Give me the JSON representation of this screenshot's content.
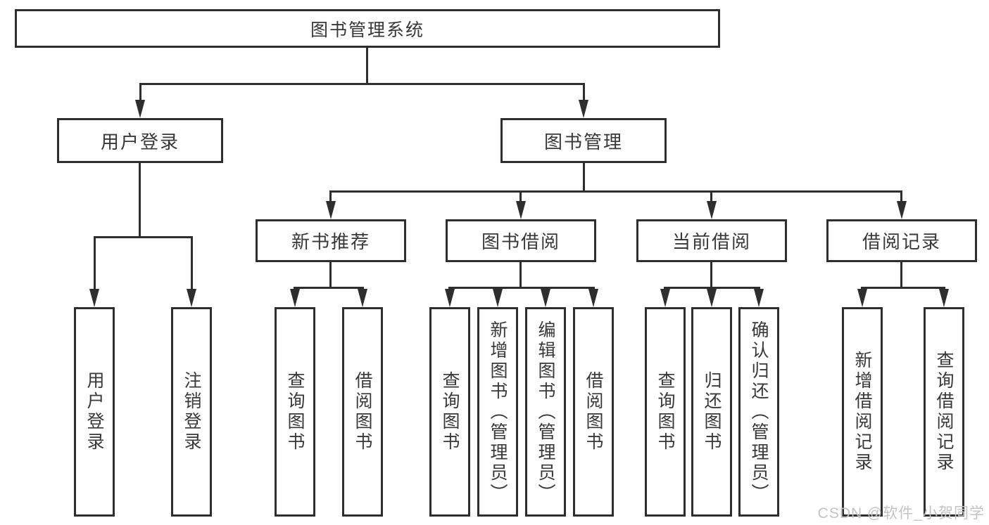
{
  "diagram": {
    "root": {
      "label": "图书管理系统"
    },
    "branches": [
      {
        "label": "用户登录",
        "children": [
          {
            "label": "用户登录"
          },
          {
            "label": "注销登录"
          }
        ]
      },
      {
        "label": "图书管理",
        "children": [
          {
            "label": "新书推荐",
            "children": [
              {
                "label": "查询图书"
              },
              {
                "label": "借阅图书"
              }
            ]
          },
          {
            "label": "图书借阅",
            "children": [
              {
                "label": "查询图书"
              },
              {
                "label": "新增图书（管理员）"
              },
              {
                "label": "编辑图书（管理员）"
              },
              {
                "label": "借阅图书"
              }
            ]
          },
          {
            "label": "当前借阅",
            "children": [
              {
                "label": "查询图书"
              },
              {
                "label": "归还图书"
              },
              {
                "label": "确认归还（管理员）"
              }
            ]
          },
          {
            "label": "借阅记录",
            "children": [
              {
                "label": "新增借阅记录"
              },
              {
                "label": "查询借阅记录"
              }
            ]
          }
        ]
      }
    ]
  },
  "watermark": {
    "text": "CSDN @软件_小贺同学"
  },
  "colors": {
    "line": "#2e2e2e",
    "text": "#383838",
    "watermark": "#c3c3c3",
    "background": "#ffffff"
  }
}
